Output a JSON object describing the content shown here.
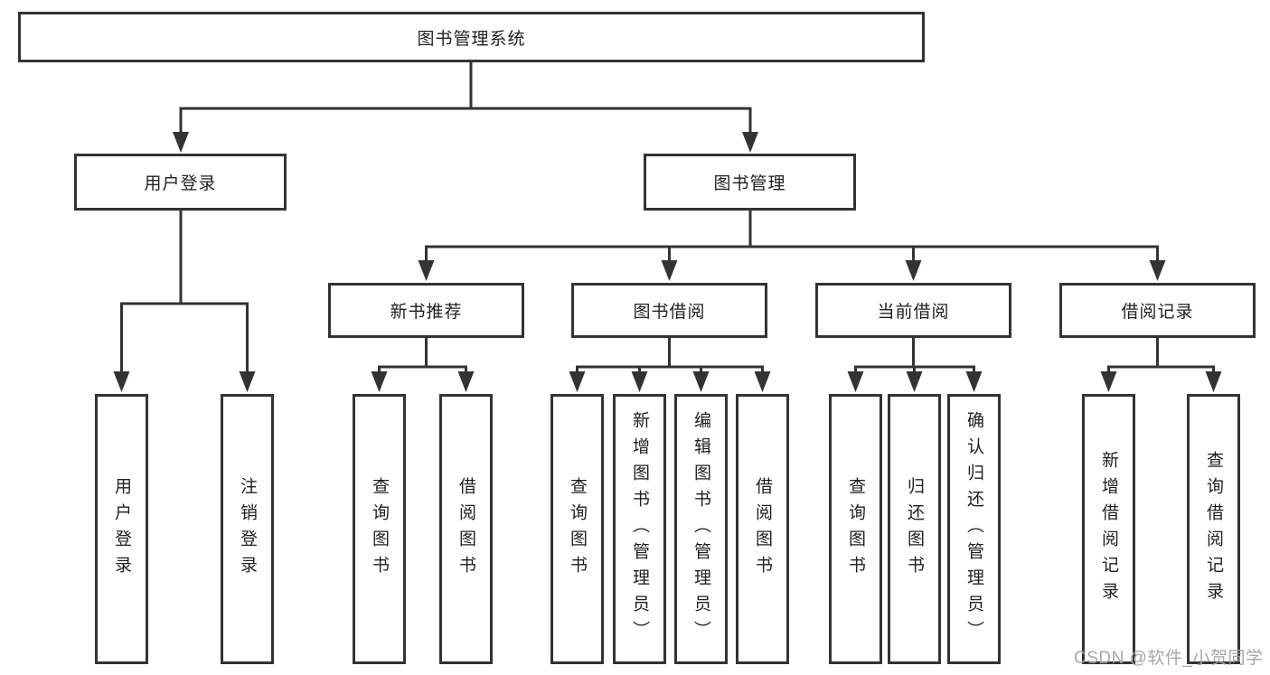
{
  "tree": {
    "root": "图书管理系统",
    "children": [
      {
        "label": "用户登录",
        "children": [
          "用户登录",
          "注销登录"
        ]
      },
      {
        "label": "图书管理",
        "children": [
          {
            "label": "新书推荐",
            "children": [
              "查询图书",
              "借阅图书"
            ]
          },
          {
            "label": "图书借阅",
            "children": [
              "查询图书",
              "新增图书（管理员）",
              "编辑图书（管理员）",
              "借阅图书"
            ]
          },
          {
            "label": "当前借阅",
            "children": [
              "查询图书",
              "归还图书",
              "确认归还（管理员）"
            ]
          },
          {
            "label": "借阅记录",
            "children": [
              "新增借阅记录",
              "查询借阅记录"
            ]
          }
        ]
      }
    ]
  },
  "watermark": {
    "text": "CSDN @软件_小贺同学"
  },
  "colors": {
    "line": "#333333",
    "text": "#1f1f1f",
    "watermark": "#a6a6a6",
    "background": "#ffffff"
  }
}
